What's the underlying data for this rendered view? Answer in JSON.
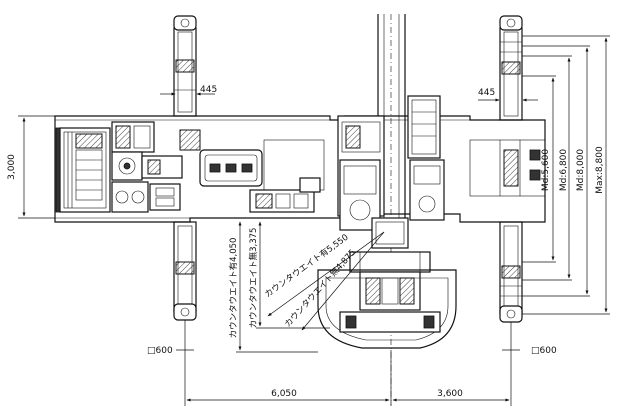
{
  "dimensions": {
    "width_3000": "3,000",
    "top_left_445": "445",
    "top_right_445": "445",
    "md_5600": "Md:5,600",
    "md_6800": "Md:6,800",
    "md_8000": "Md:8,000",
    "max_8800": "Max:8,800",
    "cw_with_4050": "カウンタウエイト有4,050",
    "cw_without_3375": "カウンタウエイト無3,375",
    "cw_with_5550": "カウンタウエイト有5,550",
    "cw_without_4875": "カウンタウエイト無4,875",
    "pad_left_600": "□600",
    "pad_right_600": "□600",
    "bottom_6050": "6,050",
    "bottom_3600": "3,600"
  }
}
